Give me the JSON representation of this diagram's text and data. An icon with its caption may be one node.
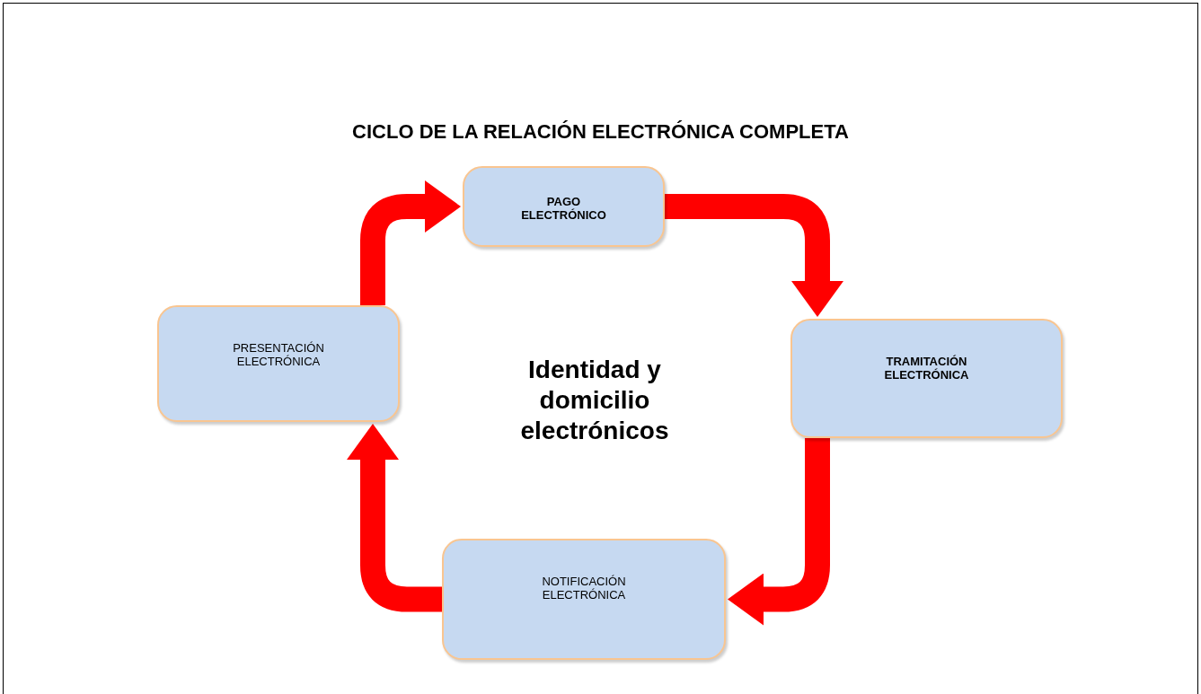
{
  "diagram": {
    "title": "CICLO DE LA RELACIÓN ELECTRÓNICA COMPLETA",
    "nodes": [
      {
        "text": [
          "PAGO ELECTRÓNICO"
        ]
      },
      {
        "text": [
          "PRESENTACIÓN ELECTRÓNICA"
        ]
      },
      {
        "text": [
          "TRAMITACIÓN ELECTRÓNICA"
        ]
      },
      {
        "text": [
          "NOTIFICACIÓN ELECTRÓNICA"
        ]
      }
    ],
    "edges": [
      {
        "from": 1,
        "to": 0,
        "arrow": "to"
      },
      {
        "from": 0,
        "to": 2,
        "arrow": "to"
      },
      {
        "from": 2,
        "to": 3,
        "arrow": "to"
      },
      {
        "from": 3,
        "to": 1,
        "arrow": "to"
      }
    ],
    "labels": [
      "Identidad y domicilio electrónicos"
    ]
  }
}
